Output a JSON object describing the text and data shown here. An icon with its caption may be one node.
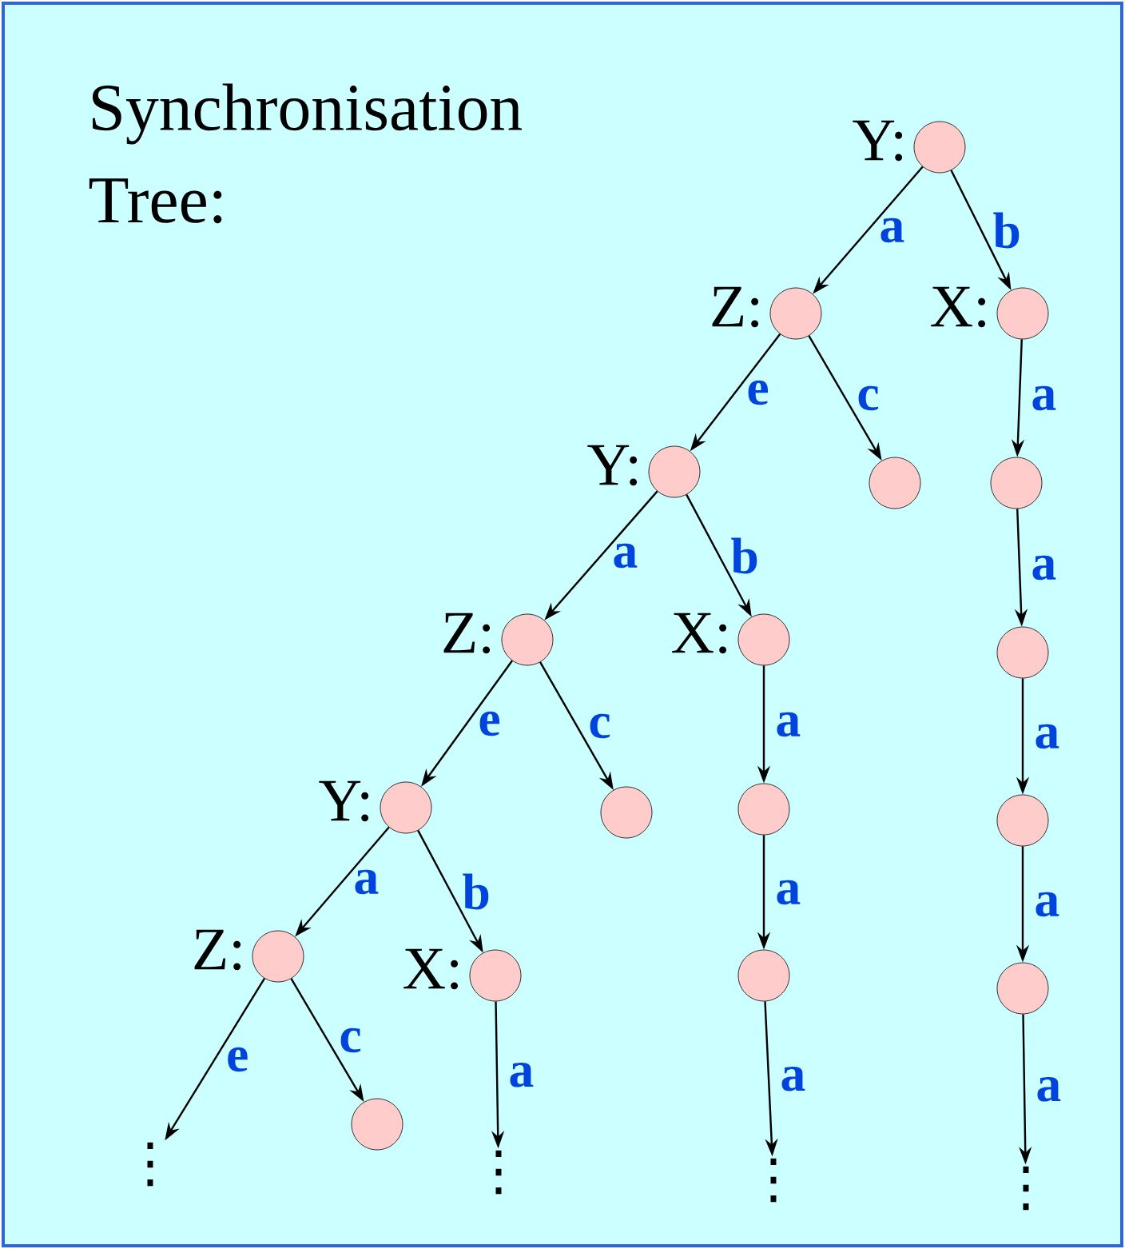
{
  "diagram": {
    "title": "Synchronisation Tree:",
    "nodes": [
      {
        "text": [],
        "shape": "circle",
        "beside": [
          "Y:"
        ]
      },
      {
        "text": [],
        "shape": "circle",
        "beside": [
          "Z:"
        ]
      },
      {
        "text": [],
        "shape": "circle",
        "beside": [
          "X:"
        ]
      },
      {
        "text": [],
        "shape": "circle",
        "beside": [
          "Y:"
        ]
      },
      {
        "text": [],
        "shape": "circle"
      },
      {
        "text": [],
        "shape": "circle"
      },
      {
        "text": [],
        "shape": "circle",
        "beside": [
          "Z:"
        ]
      },
      {
        "text": [],
        "shape": "circle",
        "beside": [
          "X:"
        ]
      },
      {
        "text": [],
        "shape": "circle"
      },
      {
        "text": [],
        "shape": "circle",
        "beside": [
          "Y:"
        ]
      },
      {
        "text": [],
        "shape": "circle"
      },
      {
        "text": [],
        "shape": "circle"
      },
      {
        "text": [],
        "shape": "circle"
      },
      {
        "text": [],
        "shape": "circle",
        "beside": [
          "Z:"
        ]
      },
      {
        "text": [],
        "shape": "circle",
        "beside": [
          "X:"
        ]
      },
      {
        "text": [],
        "shape": "circle"
      },
      {
        "text": [],
        "shape": "circle"
      },
      {
        "text": [],
        "shape": "circle"
      },
      {
        "text": [
          "⋮"
        ]
      },
      {
        "text": [
          "⋮"
        ]
      },
      {
        "text": [
          "⋮"
        ]
      },
      {
        "text": [
          "⋮"
        ]
      }
    ],
    "edges": [
      {
        "from": 0,
        "to": 1,
        "arrow": "to",
        "label": "a"
      },
      {
        "from": 0,
        "to": 2,
        "arrow": "to",
        "label": "b"
      },
      {
        "from": 1,
        "to": 3,
        "arrow": "to",
        "label": "e"
      },
      {
        "from": 1,
        "to": 4,
        "arrow": "to",
        "label": "c"
      },
      {
        "from": 2,
        "to": 5,
        "arrow": "to",
        "label": "a"
      },
      {
        "from": 3,
        "to": 6,
        "arrow": "to",
        "label": "a"
      },
      {
        "from": 3,
        "to": 7,
        "arrow": "to",
        "label": "b"
      },
      {
        "from": 5,
        "to": 8,
        "arrow": "to",
        "label": "a"
      },
      {
        "from": 6,
        "to": 9,
        "arrow": "to",
        "label": "e"
      },
      {
        "from": 6,
        "to": 10,
        "arrow": "to",
        "label": "c"
      },
      {
        "from": 7,
        "to": 11,
        "arrow": "to",
        "label": "a"
      },
      {
        "from": 8,
        "to": 12,
        "arrow": "to",
        "label": "a"
      },
      {
        "from": 9,
        "to": 13,
        "arrow": "to",
        "label": "a"
      },
      {
        "from": 9,
        "to": 14,
        "arrow": "to",
        "label": "b"
      },
      {
        "from": 11,
        "to": 15,
        "arrow": "to",
        "label": "a"
      },
      {
        "from": 12,
        "to": 16,
        "arrow": "to",
        "label": "a"
      },
      {
        "from": 13,
        "to": 18,
        "arrow": "to",
        "label": "e"
      },
      {
        "from": 13,
        "to": 17,
        "arrow": "to",
        "label": "c"
      },
      {
        "from": 14,
        "to": 19,
        "arrow": "to",
        "label": "a"
      },
      {
        "from": 15,
        "to": 20,
        "arrow": "to",
        "label": "a"
      },
      {
        "from": 16,
        "to": 21,
        "arrow": "to",
        "label": "a"
      }
    ]
  }
}
